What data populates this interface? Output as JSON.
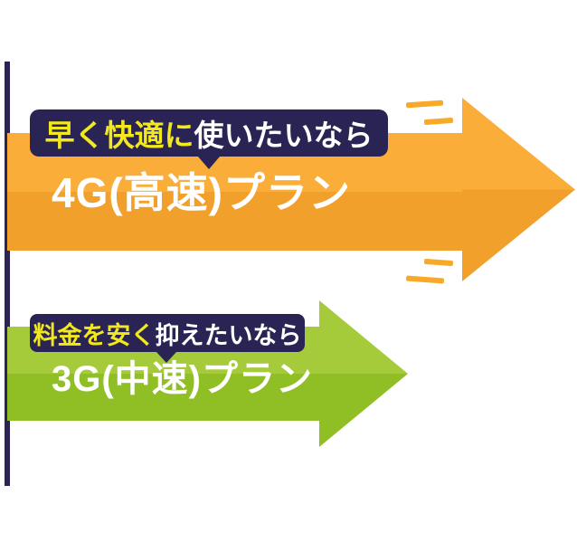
{
  "colors": {
    "navy": "#2a2455",
    "orange_top": "#faad38",
    "orange_bottom": "#f1a02b",
    "orange_dash": "#f9a928",
    "green_top": "#a5cb3a",
    "green_bottom": "#90bf25",
    "yellow_text": "#f2e81e",
    "white_text": "#ffffff"
  },
  "plans": [
    {
      "condition_highlight": "早く快適に",
      "condition_rest": "使いたいなら",
      "name": "4G(高速)プラン",
      "arrow_color": "orange"
    },
    {
      "condition_highlight": "料金を安く",
      "condition_rest": "抑えたいなら",
      "name": "3G(中速)プラン",
      "arrow_color": "green"
    }
  ]
}
